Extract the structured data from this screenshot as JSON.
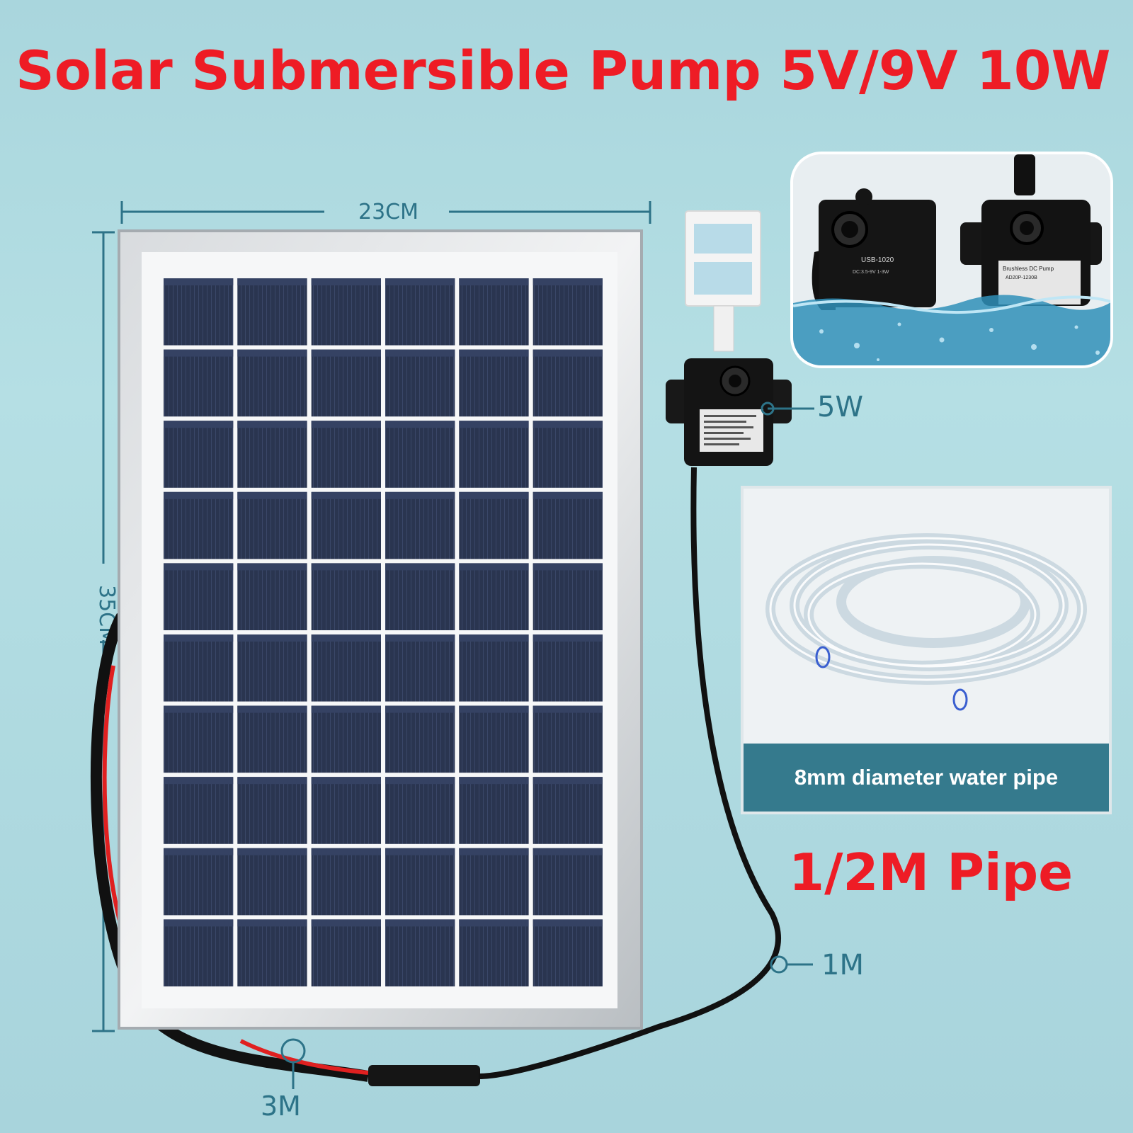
{
  "title": "Solar Submersible Pump 5V/9V 10W",
  "dimensions": {
    "width_label": "23CM",
    "height_label": "35CM"
  },
  "callouts": {
    "pump_power": "5W",
    "pump_cable": "1M",
    "panel_cable": "3M"
  },
  "pipe_card": {
    "caption": "8mm diameter water pipe"
  },
  "pipe_length": "1/2M Pipe",
  "pump_labels": {
    "left_model": "USB-1020",
    "left_spec": "DC:3.5-9V  1-3W",
    "right_title": "Brushless DC Pump",
    "right_model": "AD20P-1230B"
  },
  "colors": {
    "accent_red": "#ee1c25",
    "dimension_blue": "#2d7388",
    "caption_bar": "#357a8d"
  }
}
